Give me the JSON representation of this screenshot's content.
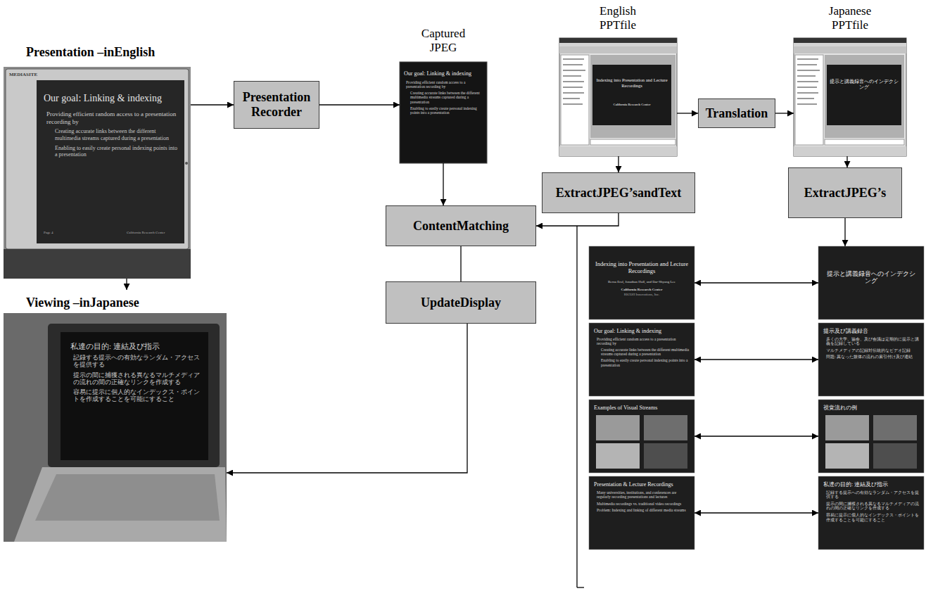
{
  "diagram": {
    "nodes": [
      {
        "text": [
          "Presentation –inEnglish",
          "MEDIASITE",
          "Our goal: Linking & indexing",
          "Providing efficient random access to a presentation recording by",
          "Creating accurate links between the different multimedia streams captured during a presentation",
          "Enabling to easily create personal indexing points into a presentation",
          "Page 4",
          "California Research Center"
        ]
      },
      {
        "text": [
          "Presentation Recorder"
        ]
      },
      {
        "text": [
          "Captured JPEG",
          "Our goal: Linking & indexing",
          "Providing efficient random access to a presentation recording by",
          "Creating accurate links between the different multimedia streams captured during a presentation",
          "Enabling to easily create personal indexing points into a presentation"
        ]
      },
      {
        "text": [
          "English PPTfile",
          "Indexing into Presentation and Lecture Recordings",
          "California Research Center"
        ]
      },
      {
        "text": [
          "Translation"
        ]
      },
      {
        "text": [
          "Japanese PPTfile",
          "提示と講義録音へのインデクシング"
        ]
      },
      {
        "text": [
          "ExtractJPEG’sandText"
        ]
      },
      {
        "text": [
          "ExtractJPEG’s"
        ]
      },
      {
        "text": [
          "ContentMatching"
        ]
      },
      {
        "text": [
          "UpdateDisplay"
        ]
      },
      {
        "text": [
          "Viewing –inJapanese",
          "私達の目的: 連結及び指示",
          "記録する提示への有効なランダム・アクセスを提供する",
          "提示の間に捕獲される異なるマルチメディアの流れの間の正確なリンクを作成する",
          "容易に提示に個人的なインデックス・ポイントを作成することを可能にすること"
        ]
      },
      {
        "text": [
          "Indexing into Presentation and Lecture Recordings",
          "Berna Erol, Jonathan Hull, and Dar-Shyang Lee",
          "California Research Center",
          "RICOH Innovations, Inc."
        ]
      },
      {
        "text": [
          "提示と講義録音へのインデクシング"
        ]
      },
      {
        "text": [
          "Our goal: Linking & indexing",
          "Providing efficient random access to a presentation recording by",
          "Creating accurate links between the different multimedia streams captured during a presentation",
          "Enabling to easily create personal indexing points into a presentation"
        ]
      },
      {
        "text": [
          "提示及び講義録音",
          "多くの大学、協会、及び会議は定期的に提示と講義を記録している",
          "マルチメディアの記録対伝統的なビデオ記録",
          "問題: 異なった媒体の流れの索引付け及び連結"
        ]
      },
      {
        "text": [
          "Examples of Visual Streams"
        ]
      },
      {
        "text": [
          "視覚流れの例"
        ]
      },
      {
        "text": [
          "Presentation & Lecture Recordings",
          "Many universities, institutions, and conferences are regularly recording presentations and lectures",
          "Multimedia recordings vs. traditional video recordings",
          "Problem: Indexing and linking of different media streams"
        ]
      },
      {
        "text": [
          "私達の目的: 連結及び指示",
          "記録する提示への有効なランダム・アクセスを提供する",
          "提示の間に捕獲される異なるマルチメディアの流れの間の正確なリンクを作成する",
          "容易に提示に個人的なインデックス・ポイントを作成することを可能にすること"
        ]
      }
    ],
    "edges": [
      {
        "from": 0,
        "to": 1,
        "arrow": "to"
      },
      {
        "from": 1,
        "to": 2,
        "arrow": "to"
      },
      {
        "from": 2,
        "to": 8,
        "arrow": "to"
      },
      {
        "from": 3,
        "to": 4,
        "arrow": "to"
      },
      {
        "from": 4,
        "to": 5,
        "arrow": "to"
      },
      {
        "from": 3,
        "to": 6,
        "arrow": "to"
      },
      {
        "from": 5,
        "to": 7,
        "arrow": "to"
      },
      {
        "from": 6,
        "to": 8,
        "arrow": "to"
      },
      {
        "from": 7,
        "to": 12,
        "arrow": "to"
      },
      {
        "from": 11,
        "to": 12,
        "arrow": "both"
      },
      {
        "from": 13,
        "to": 14,
        "arrow": "both"
      },
      {
        "from": 15,
        "to": 16,
        "arrow": "both"
      },
      {
        "from": 17,
        "to": 18,
        "arrow": "both"
      },
      {
        "from": 8,
        "to": 9,
        "arrow": "none"
      },
      {
        "from": 9,
        "to": 10,
        "arrow": "to"
      },
      {
        "from": 0,
        "to": 10,
        "arrow": "to"
      }
    ]
  }
}
